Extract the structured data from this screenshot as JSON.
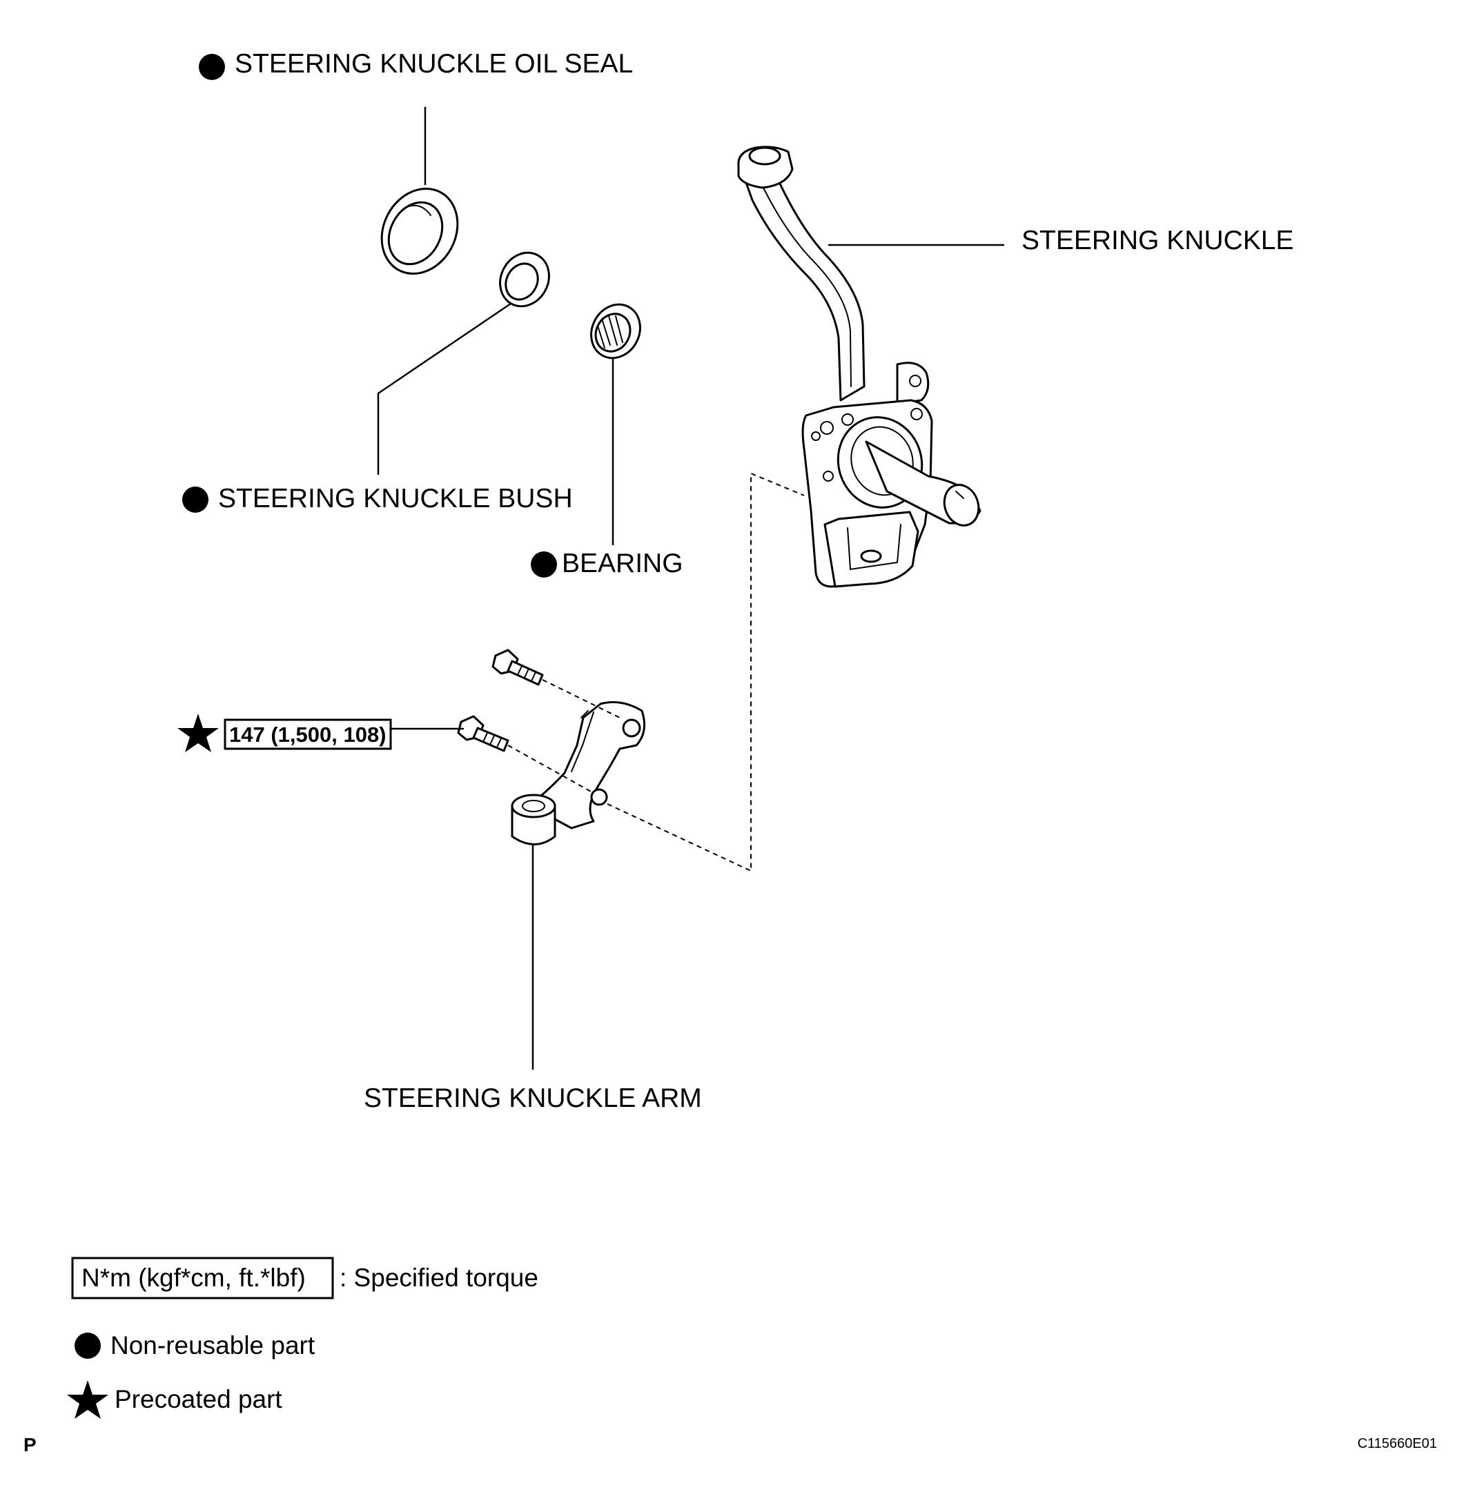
{
  "labels": {
    "oil_seal": "STEERING KNUCKLE OIL SEAL",
    "knuckle": "STEERING KNUCKLE",
    "bush": "STEERING KNUCKLE BUSH",
    "bearing": "BEARING",
    "arm": "STEERING KNUCKLE ARM"
  },
  "torque": {
    "value": "147 (1,500, 108)"
  },
  "legend": {
    "torque_unit": "N*m (kgf*cm, ft.*lbf)",
    "torque_desc": ": Specified torque",
    "nonreusable": "Non-reusable part",
    "precoated": "Precoated part"
  },
  "footer": {
    "corner_letter": "P",
    "figure_code": "C115660E01"
  },
  "icons": {
    "non_reusable": "filled-circle-icon",
    "precoated": "star-icon"
  },
  "colors": {
    "ink": "#000000",
    "paper": "#ffffff"
  }
}
